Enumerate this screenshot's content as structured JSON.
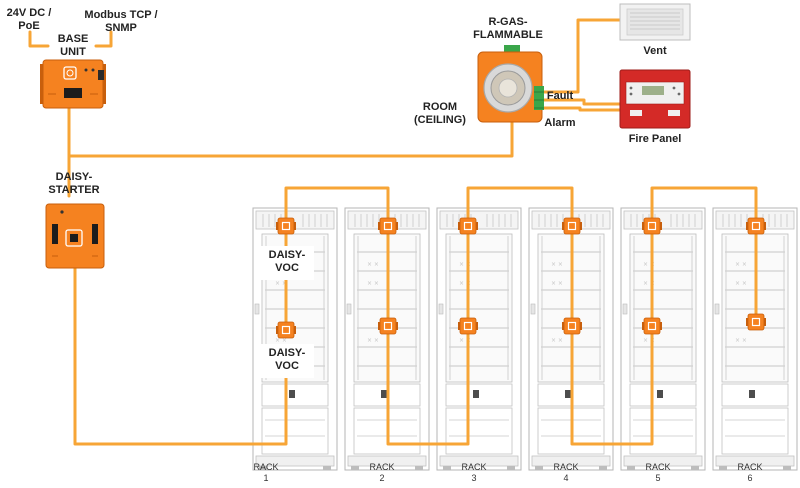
{
  "labels": {
    "power": [
      "24V DC /",
      "PoE"
    ],
    "protocol": [
      "Modbus TCP /",
      "SNMP"
    ],
    "base_unit": [
      "BASE",
      "UNIT"
    ],
    "sensor": [
      "R-GAS-",
      "FLAMMABLE"
    ],
    "room": [
      "ROOM",
      "(CEILING)"
    ],
    "fault": "Fault",
    "alarm": "Alarm",
    "vent": "Vent",
    "fire_panel": "Fire Panel",
    "daisy_starter": [
      "DAISY-",
      "STARTER"
    ],
    "daisy_voc_top": [
      "DAISY-",
      "VOC"
    ],
    "daisy_voc_bottom": [
      "DAISY-",
      "VOC"
    ]
  },
  "racks": [
    {
      "name": "RACK",
      "num": "1"
    },
    {
      "name": "RACK",
      "num": "2"
    },
    {
      "name": "RACK",
      "num": "3"
    },
    {
      "name": "RACK",
      "num": "4"
    },
    {
      "name": "RACK",
      "num": "5"
    },
    {
      "name": "RACK",
      "num": "6"
    }
  ],
  "colors": {
    "cable": "#f7a536",
    "device": "#f58220",
    "device_dark": "#c85f0c",
    "fire_panel": "#d42a27",
    "terminal": "#3aa64a",
    "rack_line": "#b8b8b8"
  },
  "icons": {
    "base_unit": "base-unit-device-icon",
    "sensor": "gas-sensor-icon",
    "vent": "vent-icon",
    "fire_panel": "fire-panel-icon",
    "daisy_starter": "daisy-starter-device-icon",
    "sensor_node": "voc-sensor-node-icon"
  }
}
